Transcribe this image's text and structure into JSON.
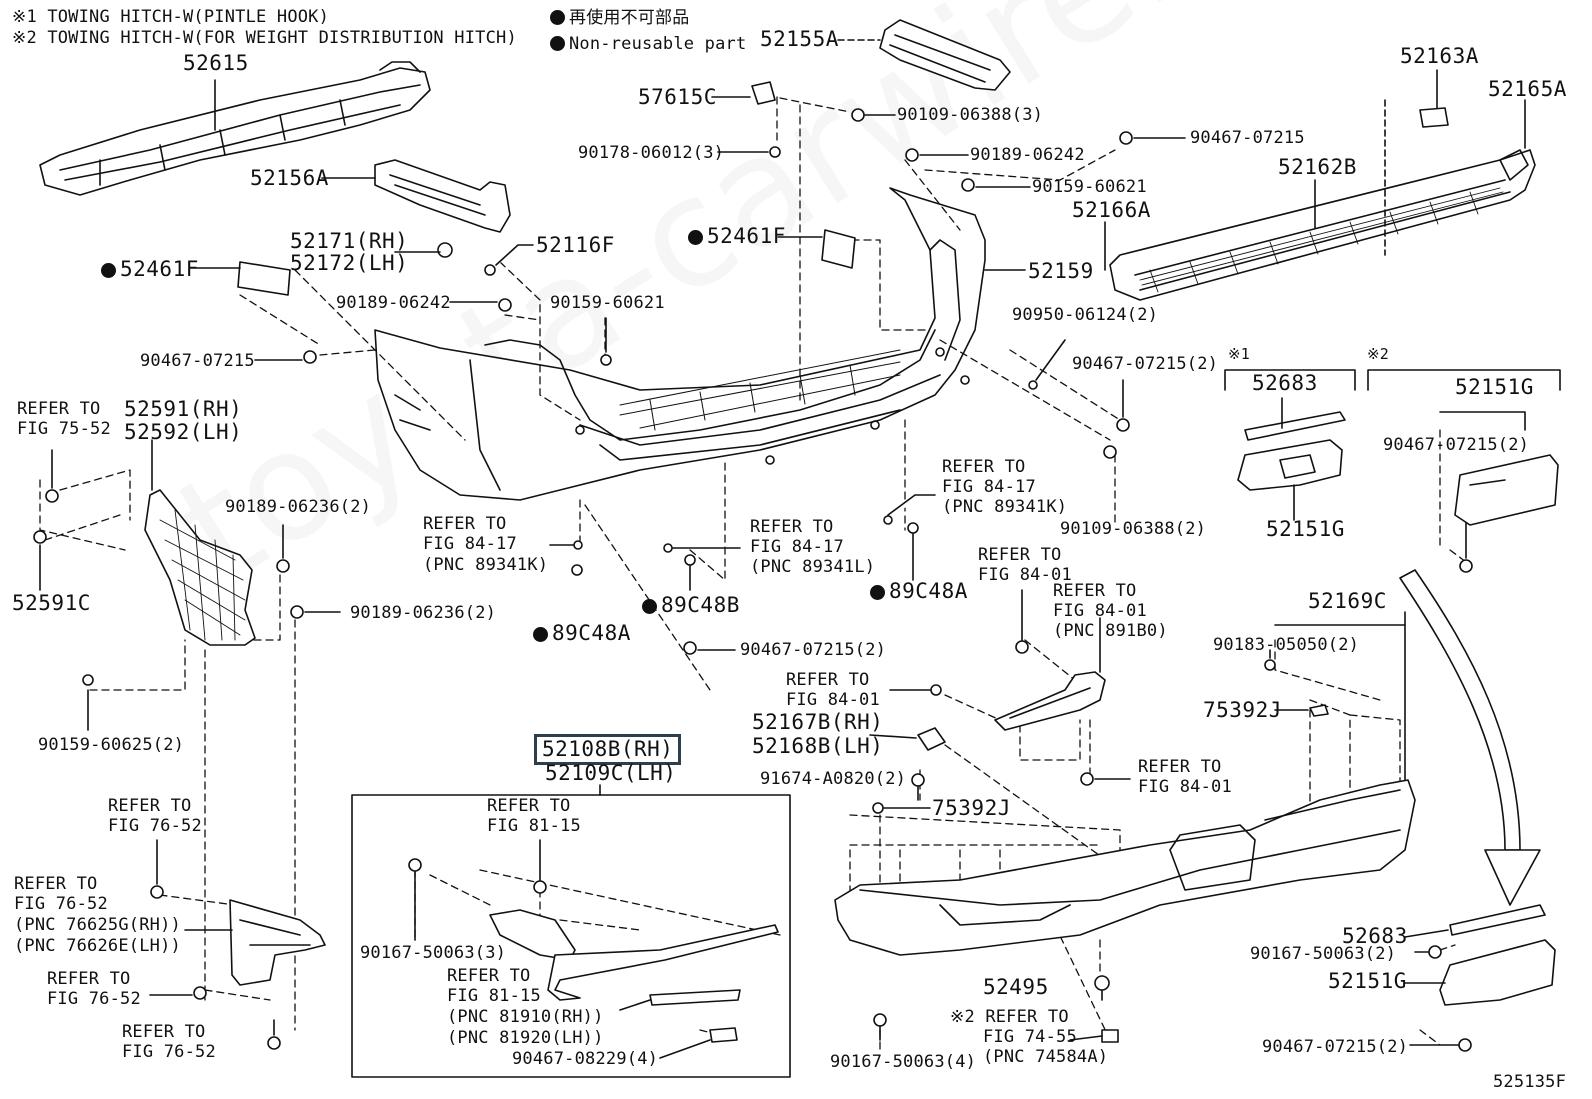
{
  "watermark": "toyota-carwire.ru",
  "figure_code": "525135F",
  "notes": {
    "note1": "※1 TOWING HITCH-W(PINTLE HOOK)",
    "note2": "※2 TOWING HITCH-W(FOR WEIGHT DISTRIBUTION HITCH)",
    "legend_jp": "再使用不可部品",
    "legend_en": "Non-reusable part"
  },
  "labels": {
    "p52615": "52615",
    "p52156A": "52156A",
    "p52155A": "52155A",
    "p57615C": "57615C",
    "p90109_06388_3": "90109-06388(3)",
    "p90178_06012_3": "90178-06012(3)",
    "p90189_06242_top": "90189-06242",
    "p90159_60621_top": "90159-60621",
    "p90467_07215_top": "90467-07215",
    "p52163A": "52163A",
    "p52165A": "52165A",
    "p52162B": "52162B",
    "p52166A": "52166A",
    "p52461F_right": "52461F",
    "p52159": "52159",
    "p52171": "52171(RH)",
    "p52172": "52172(LH)",
    "p52116F": "52116F",
    "p52461F_left": "52461F",
    "p90189_06242_left": "90189-06242",
    "p90159_60621_mid": "90159-60621",
    "p90467_07215_left": "90467-07215",
    "p90950_06124_2": "90950-06124(2)",
    "p90467_07215_2_right": "90467-07215(2)",
    "p90109_06388_2": "90109-06388(2)",
    "refer_75_52_a": "REFER TO",
    "refer_75_52_b": "FIG 75-52",
    "p52591": "52591(RH)",
    "p52592": "52592(LH)",
    "p52591C": "52591C",
    "p90189_06236_2_a": "90189-06236(2)",
    "p90189_06236_2_b": "90189-06236(2)",
    "p90159_60625_2": "90159-60625(2)",
    "refer_8417_a1": "REFER TO",
    "refer_8417_a2": "FIG 84-17",
    "refer_8417_a3": "(PNC 89341K)",
    "refer_8417_b1": "REFER TO",
    "refer_8417_b2": "FIG 84-17",
    "refer_8417_b3": "(PNC 89341L)",
    "refer_8417_c1": "REFER TO",
    "refer_8417_c2": "FIG 84-17",
    "refer_8417_c3": "(PNC 89341K)",
    "p89C48B": "89C48B",
    "p89C48A_left": "89C48A",
    "p89C48A_right": "89C48A",
    "p90467_07215_2_mid": "90467-07215(2)",
    "refer_8401_a1": "REFER TO",
    "refer_8401_a2": "FIG 84-01",
    "refer_8401_b1": "REFER TO",
    "refer_8401_b2": "FIG 84-01",
    "refer_8401_b3": "(PNC 891B0)",
    "refer_8401_c1": "REFER TO",
    "refer_8401_c2": "FIG 84-01",
    "refer_8401_d1": "REFER TO",
    "refer_8401_d2": "FIG 84-01",
    "p52167B": "52167B(RH)",
    "p52168B": "52168B(LH)",
    "p91674": "91674-A0820(2)",
    "p75392J_a": "75392J",
    "p75392J_b": "75392J",
    "note_ref1": "※1",
    "note_ref2": "※2",
    "p52683_a": "52683",
    "p52151G_a": "52151G",
    "p52151G_b": "52151G",
    "p90467_07215_2_box": "90467-07215(2)",
    "p52169C": "52169C",
    "p90183_05050_2": "90183-05050(2)",
    "p52108B": "52108B(RH)",
    "p52109C": "52109C(LH)",
    "refer_8115_a1": "REFER TO",
    "refer_8115_a2": "FIG 81-15",
    "refer_8115_b1": "REFER TO",
    "refer_8115_b2": "FIG 81-15",
    "refer_8115_b3": "(PNC 81910(RH))",
    "refer_8115_b4": "(PNC 81920(LH))",
    "p90167_50063_3": "90167-50063(3)",
    "p90467_08229_4": "90467-08229(4)",
    "refer_7652_a1": "REFER TO",
    "refer_7652_a2": "FIG 76-52",
    "refer_7652_b1": "REFER TO",
    "refer_7652_b2": "FIG 76-52",
    "refer_7652_b3": "(PNC 76625G(RH))",
    "refer_7652_b4": "(PNC 76626E(LH))",
    "refer_7652_c1": "REFER TO",
    "refer_7652_c2": "FIG 76-52",
    "refer_7652_d1": "REFER TO",
    "refer_7652_d2": "FIG 76-52",
    "p52495": "52495",
    "refer_7455_1": "※2 REFER TO",
    "refer_7455_2": "FIG 74-55",
    "refer_7455_3": "(PNC 74584A)",
    "p90167_50063_4": "90167-50063(4)",
    "p52683_b": "52683",
    "p90167_50063_2": "90167-50063(2)",
    "p52151G_c": "52151G",
    "p90467_07215_2_bottom": "90467-07215(2)"
  }
}
